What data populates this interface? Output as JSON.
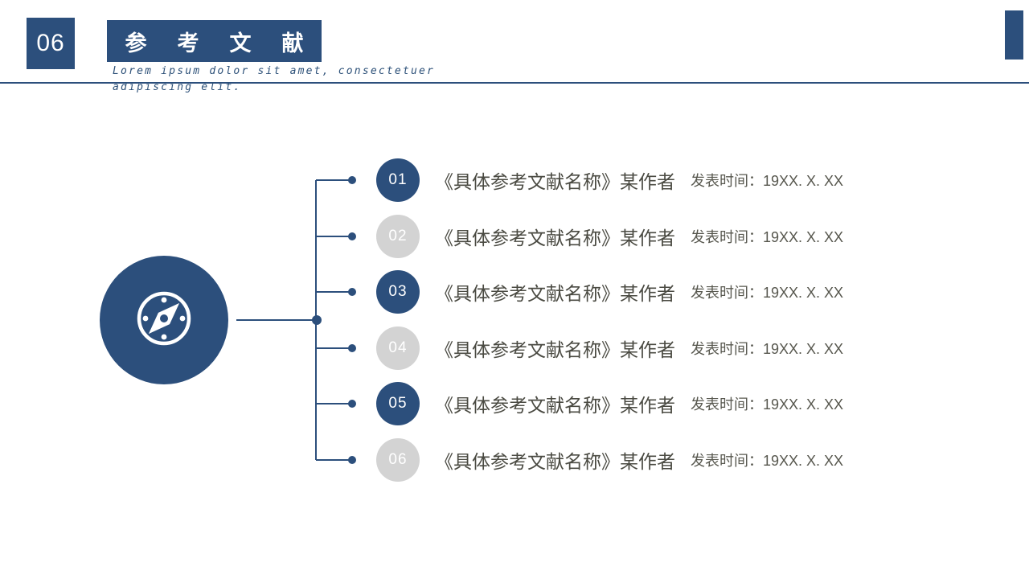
{
  "slide": {
    "page_number": "06",
    "title": "参考文献",
    "subtitle": "Lorem ipsum dolor sit amet, consectetuer adipiscing elit.",
    "colors": {
      "primary_blue": "#2C4F7C",
      "inactive_gray": "#D3D3D3",
      "body_text": "#4A4A42"
    },
    "icons": {
      "center_icon": "compass-icon"
    }
  },
  "references": [
    {
      "number": "01",
      "ref": "《具体参考文献名称》某作者",
      "date": "发表时间：19XX. X. XX"
    },
    {
      "number": "02",
      "ref": "《具体参考文献名称》某作者",
      "date": "发表时间：19XX. X. XX"
    },
    {
      "number": "03",
      "ref": "《具体参考文献名称》某作者",
      "date": "发表时间：19XX. X. XX"
    },
    {
      "number": "04",
      "ref": "《具体参考文献名称》某作者",
      "date": "发表时间：19XX. X. XX"
    },
    {
      "number": "05",
      "ref": "《具体参考文献名称》某作者",
      "date": "发表时间：19XX. X. XX"
    },
    {
      "number": "06",
      "ref": "《具体参考文献名称》某作者",
      "date": "发表时间：19XX. X. XX"
    }
  ]
}
